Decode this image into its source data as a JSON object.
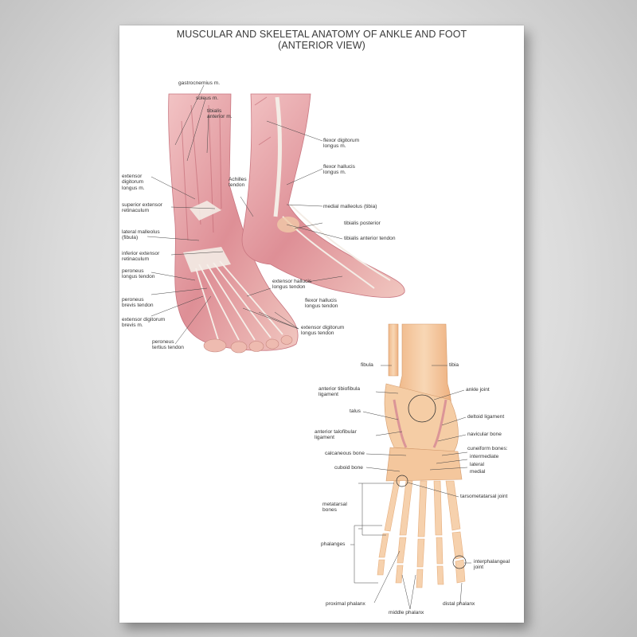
{
  "title": {
    "line1": "MUSCULAR AND SKELETAL ANATOMY OF ANKLE AND FOOT",
    "line2": "(ANTERIOR VIEW)"
  },
  "muscular_labels": {
    "gastrocnemius": "gastrocnemius m.",
    "soleus": "soleus m.",
    "tibialis_anterior": "tibialis\nanterior m.",
    "flexor_digitorum_longus": "flexor digitorum\nlongus m.",
    "flexor_hallucis_longus": "flexor hallucis\nlongus m.",
    "extensor_digitorum_longus": "extensor\ndigitorum\nlongus m.",
    "achilles_tendon": "Achilles\ntendon",
    "medial_malleolus": "medial malleolus (tibia)",
    "superior_extensor_retinaculum": "superior extensor\nretinaculum",
    "tibialis_posterior": "tibialis posterior",
    "lateral_malleolus": "lateral malleolus\n(fibula)",
    "tibialis_anterior_tendon": "tibialis anterior tendon",
    "inferior_extensor_retinaculum": "inferior extensor\nretinaculum",
    "peroneus_longus_tendon": "peroneus\nlongus tendon",
    "extensor_hallucis_longus_tendon": "extensor hallucis\nlongus tendon",
    "flexor_hallucis_longus_tendon": "flexor hallucis\nlongus tendon",
    "peroneus_brevis_tendon": "peroneus\nbrevis tendon",
    "extensor_digitorum_brevis": "extensor digitorum\nbrevis m.",
    "extensor_digitorum_longus_tendon": "extensor digitorum\nlongus tendon",
    "peroneus_tertius_tendon": "peroneus\ntertius tendon"
  },
  "skeletal_labels": {
    "fibula": "fibula",
    "tibia": "tibia",
    "anterior_tibiofibular_ligament": "anterior tibiofibula\nligament",
    "ankle_joint": "ankle joint",
    "talus": "talus",
    "deltoid_ligament": "deltoid ligament",
    "anterior_talofibular_ligament": "anterior talofibular\nligament",
    "navicular_bone": "navicular bone",
    "calcaneous_bone": "calcaneous bone",
    "cuneiform_bones": "cuneiform bones:",
    "intermediate": "intermediate",
    "lateral": "lateral",
    "medial": "medial",
    "cuboid_bone": "cuboid bone",
    "tarsometatarsal_joint": "tarsometatarsal joint",
    "metatarsal_bones": "metatarsal\nbones",
    "phalanges": "phalanges",
    "interphalangeal_joint": "interphalangeal\njoint",
    "proximal_phalanx": "proximal phalanx",
    "distal_phalanx": "distal phalanx",
    "middle_phalanx": "middle phalanx"
  },
  "colors": {
    "muscle": "#d9868f",
    "muscle_light": "#f0b9bd",
    "tendon": "#f4ebe4",
    "bone": "#f3c39a",
    "bone_dark": "#e3a273",
    "leader_line": "#444444"
  }
}
